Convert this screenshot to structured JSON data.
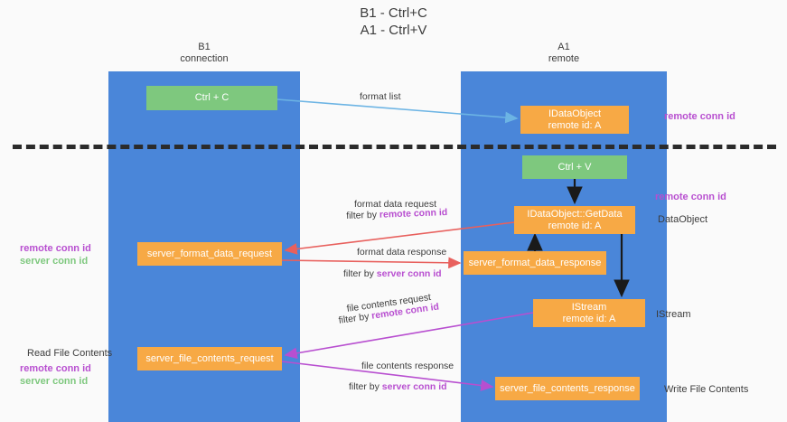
{
  "title": "B1 - Ctrl+C\nA1 - Ctrl+V",
  "lanes": {
    "b1": {
      "name": "B1",
      "sub": "connection",
      "header": "B1\nconnection",
      "color": "#4a86d9"
    },
    "a1": {
      "name": "A1",
      "sub": "remote",
      "header": "A1\nremote",
      "color": "#4a86d9"
    }
  },
  "colors": {
    "lane": "#4a86d9",
    "green_node": "#7ec87e",
    "orange_node": "#f7a945",
    "remote_conn_id": "#b84fd0",
    "server_conn_id": "#7ec87e",
    "divider": "#2b2b2b",
    "arrow_format_list": "#6cb4e4",
    "arrow_format_data": "#e8605d",
    "arrow_file_contents": "#b84fd0",
    "arrow_black": "#1a1a1a",
    "background": "#fafafa"
  },
  "nodes": [
    {
      "id": "ctrl-c",
      "label": "Ctrl + C",
      "style": "green",
      "lane": "b1"
    },
    {
      "id": "idataobject",
      "label": "IDataObject\nremote id: A",
      "style": "orange",
      "lane": "a1"
    },
    {
      "id": "ctrl-v",
      "label": "Ctrl + V",
      "style": "green",
      "lane": "a1"
    },
    {
      "id": "idataobject-getdata",
      "label": "IDataObject::GetData\nremote id: A",
      "style": "orange",
      "lane": "a1"
    },
    {
      "id": "server-format-data-request",
      "label": "server_format_data_request",
      "style": "orange",
      "lane": "b1"
    },
    {
      "id": "server-format-data-response",
      "label": "server_format_data_response",
      "style": "orange",
      "lane": "a1"
    },
    {
      "id": "istream",
      "label": "IStream\nremote id: A",
      "style": "orange",
      "lane": "a1"
    },
    {
      "id": "server-file-contents-request",
      "label": "server_file_contents_request",
      "style": "orange",
      "lane": "b1"
    },
    {
      "id": "server-file-contents-response",
      "label": "server_file_contents_response",
      "style": "orange",
      "lane": "a1"
    }
  ],
  "edge_labels": {
    "format_list": "format list",
    "format_data_request": "format data request",
    "format_data_request_filter_prefix": "filter by ",
    "format_data_request_filter_key": "remote conn id",
    "format_data_response": "format data response",
    "format_data_response_filter_prefix": "filter by ",
    "format_data_response_filter_key": "server conn id",
    "file_contents_request": "file contents request",
    "file_contents_request_filter_prefix": "filter by ",
    "file_contents_request_filter_key": "remote conn id",
    "file_contents_response": "file contents response",
    "file_contents_response_filter_prefix": "filter by ",
    "file_contents_response_filter_key": "server conn id"
  },
  "annotations": {
    "right_remote_conn_id_1": "remote conn id",
    "right_remote_conn_id_2": "remote conn id",
    "right_dataobject": "DataObject",
    "right_istream": "IStream",
    "right_write_file_contents": "Write File Contents",
    "left_read_file_contents": "Read File Contents",
    "left_remote_conn_id": "remote conn id",
    "left_server_conn_id": "server conn id",
    "left_remote_conn_id_2": "remote conn id",
    "left_server_conn_id_2": "server conn id"
  }
}
